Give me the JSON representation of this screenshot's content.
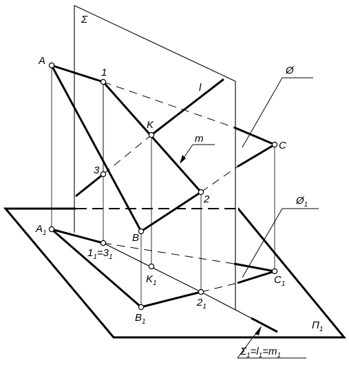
{
  "diagram": {
    "labels": {
      "sigma": "Σ",
      "A": "A",
      "one": "1",
      "l": "l",
      "K": "K",
      "m": "m",
      "C": "C",
      "three": "3",
      "two": "2",
      "B": "B",
      "phi": "Ø",
      "A1": "A",
      "A1_sub": "1",
      "one1": "1",
      "one1_sub": "1",
      "eq3": "=3",
      "eq3_sub": "1",
      "K1": "K",
      "K1_sub": "1",
      "C1": "C",
      "C1_sub": "1",
      "phi1": "Ø",
      "phi1_sub": "1",
      "B1": "B",
      "B1_sub": "1",
      "two1": "2",
      "two1_sub": "1",
      "pi1": "Π",
      "pi1_sub": "1"
    },
    "trace_label": {
      "s": "Σ",
      "s_sub": "1",
      "eq1": "=",
      "l": "l",
      "l_sub": "1",
      "eq2": "=",
      "m": "m",
      "m_sub": "1"
    }
  }
}
